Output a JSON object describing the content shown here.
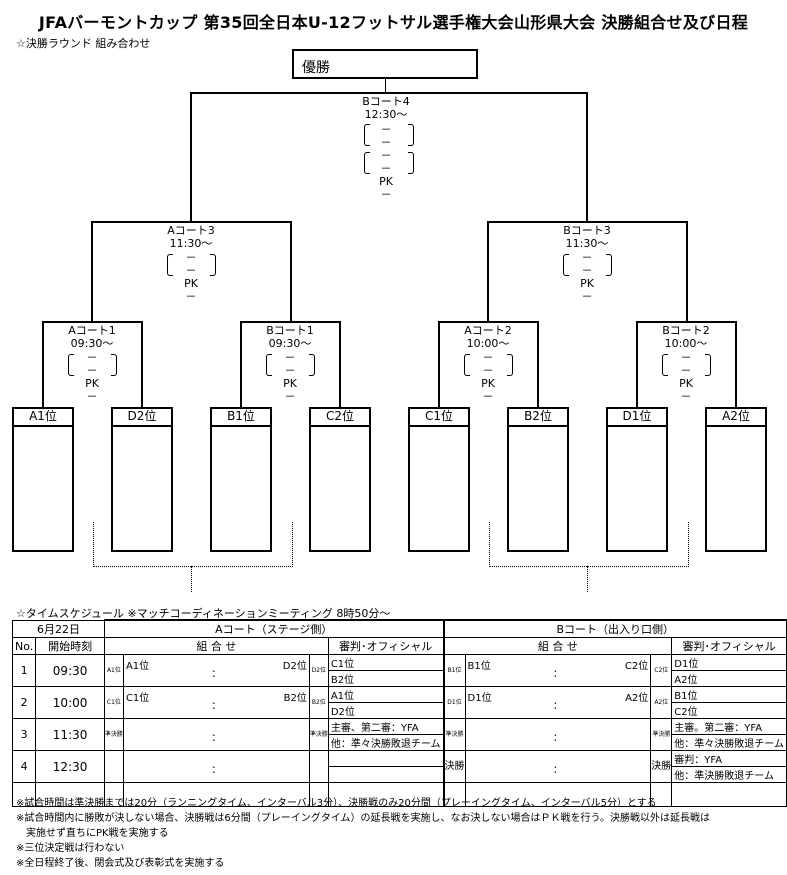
{
  "title": "JFAバーモントカップ 第35回全日本U-12フットサル選手権大会山形県大会 決勝組合せ及び日程",
  "subtitle": "☆決勝ラウンド 組み合わせ",
  "bracket": {
    "winner_label": "優勝",
    "final": {
      "court": "Bコート4",
      "time": "12:30～",
      "dash": "－",
      "pk": "PK"
    },
    "semi_left": {
      "court": "Aコート3",
      "time": "11:30～",
      "dash": "－",
      "pk": "PK"
    },
    "semi_right": {
      "court": "Bコート3",
      "time": "11:30～",
      "dash": "－",
      "pk": "PK"
    },
    "qf": [
      {
        "court": "Aコート1",
        "time": "09:30～",
        "dash": "－",
        "pk": "PK"
      },
      {
        "court": "Bコート1",
        "time": "09:30～",
        "dash": "－",
        "pk": "PK"
      },
      {
        "court": "Aコート2",
        "time": "10:00～",
        "dash": "－",
        "pk": "PK"
      },
      {
        "court": "Bコート2",
        "time": "10:00～",
        "dash": "－",
        "pk": "PK"
      }
    ],
    "teams": [
      "A1位",
      "D2位",
      "B1位",
      "C2位",
      "C1位",
      "B2位",
      "D1位",
      "A2位"
    ]
  },
  "schedule": {
    "title": "☆タイムスケジュール ※マッチコーディネーションミーティング 8時50分～",
    "date": "6月22日",
    "court_a": "Aコート（ステージ側）",
    "court_b": "Bコート（出入り口側）",
    "col_no": "No.",
    "col_time": "開始時刻",
    "col_match": "組 合 せ",
    "col_ref": "審判･オフィシャル",
    "colon": "：",
    "rows": [
      {
        "no": "1",
        "time": "09:30",
        "a_tag": "A1位",
        "a_left": "A1位",
        "a_right": "D2位",
        "a_tag2": "D2位",
        "a_ref1": "C1位",
        "a_ref2": "B2位",
        "b_tag": "B1位",
        "b_left": "B1位",
        "b_right": "C2位",
        "b_tag2": "C2位",
        "b_ref1": "D1位",
        "b_ref2": "A2位"
      },
      {
        "no": "2",
        "time": "10:00",
        "a_tag": "C1位",
        "a_left": "C1位",
        "a_right": "B2位",
        "a_tag2": "B2位",
        "a_ref1": "A1位",
        "a_ref2": "D2位",
        "b_tag": "D1位",
        "b_left": "D1位",
        "b_right": "A2位",
        "b_tag2": "A2位",
        "b_ref1": "B1位",
        "b_ref2": "C2位"
      },
      {
        "no": "3",
        "time": "11:30",
        "a_tag": "準決勝",
        "a_left": "",
        "a_right": "",
        "a_tag2": "準決勝",
        "a_ref1": "主審、第二審：YFA",
        "a_ref2": "他：準々決勝敗退チーム",
        "b_tag": "準決勝",
        "b_left": "",
        "b_right": "",
        "b_tag2": "準決勝",
        "b_ref1": "主審。第二審：YFA",
        "b_ref2": "他：準々決勝敗退チーム"
      },
      {
        "no": "4",
        "time": "12:30",
        "a_tag": "",
        "a_left": "",
        "a_right": "",
        "a_tag2": "",
        "a_ref1": "",
        "a_ref2": "",
        "b_tag": "決勝",
        "b_left": "",
        "b_right": "",
        "b_tag2": "決勝",
        "b_ref1": "審判：YFA",
        "b_ref2": "他：準決勝敗退チーム"
      }
    ]
  },
  "notes": [
    "※試合時間は準決勝までは20分（ランニングタイム、インターバル3分）、決勝戦のみ20分間（プレーイングタイム、インターバル5分）とする",
    "※試合時間内に勝敗が決しない場合、決勝戦は6分間（プレーイングタイム）の延長戦を実施し、なお決しない場合はＰＫ戦を行う。決勝戦以外は延長戦は",
    "　実施せず直ちにPK戦を実施する",
    "※三位決定戦は行わない",
    "※全日程終了後、閉会式及び表彰式を実施する"
  ]
}
